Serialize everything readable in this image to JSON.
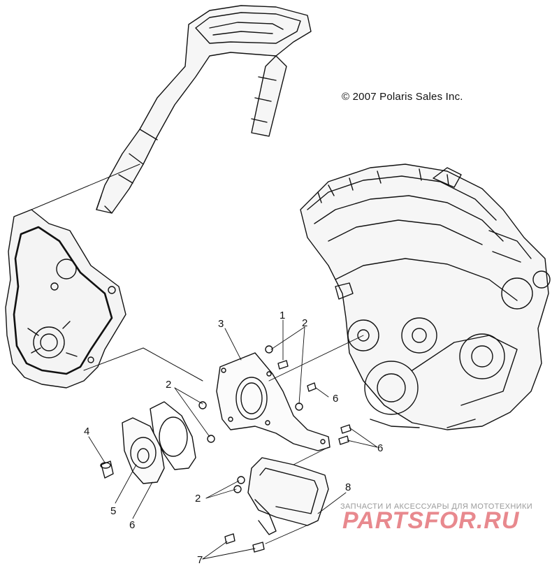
{
  "copyright": "© 2007 Polaris Sales Inc.",
  "watermark": {
    "subtitle": "ЗАПЧАСТИ И АКСЕССУАРЫ ДЛЯ МОТОТЕХНИКИ",
    "brand": "PARTSFOR.RU"
  },
  "callouts": [
    "1",
    "2",
    "3",
    "2",
    "6",
    "6",
    "4",
    "5",
    "6",
    "2",
    "8",
    "7"
  ],
  "colors": {
    "line": "#111111",
    "watermark": "#d62832"
  }
}
